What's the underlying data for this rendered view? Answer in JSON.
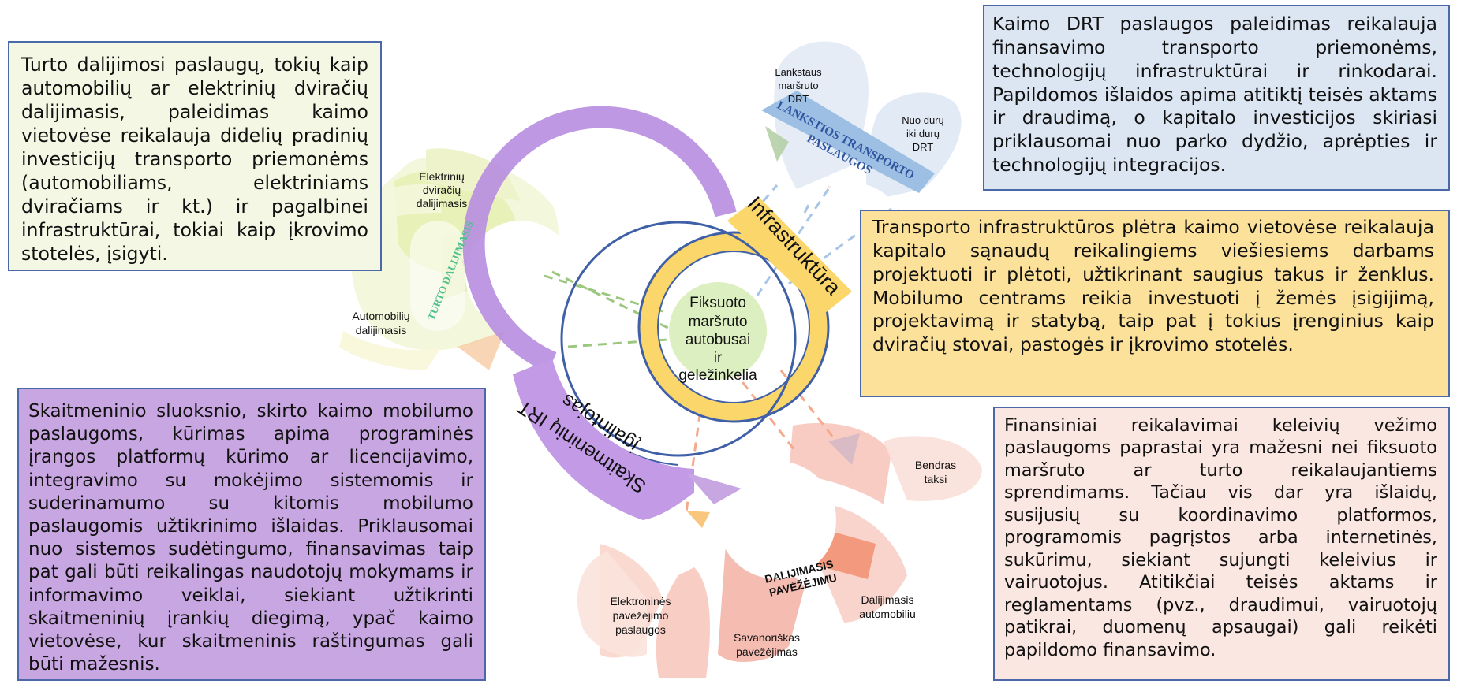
{
  "center": {
    "lines": [
      "Fiksuoto",
      "maršruto",
      "autobusai",
      "ir",
      "geležinkelia"
    ]
  },
  "ring_labels": {
    "infrastructure": "Infrastruktūra",
    "digital": [
      "Skaitmeninių IRT",
      "įgalintojas"
    ]
  },
  "clusters": {
    "asset_sharing": {
      "title": "TURTO DALIJIMASIS",
      "items": [
        [
          "Elektrinių",
          "dviračių",
          "dalijimasis"
        ],
        [
          "Automobilių",
          "dalijimasis"
        ]
      ]
    },
    "flexible": {
      "title": [
        "LANKSTIOS TRANSPORTO",
        "PASLAUGOS"
      ],
      "items": [
        [
          "Lankstaus",
          "maršruto",
          "DRT"
        ],
        [
          "Nuo durų",
          "iki durų",
          "DRT"
        ]
      ]
    },
    "ridesharing": {
      "title": [
        "DALIJIMASIS",
        "PAVĖŽĖJIMU"
      ],
      "items": [
        [
          "Bendras",
          "taksi"
        ],
        [
          "Dalijimasis",
          "automobiliu"
        ],
        [
          "Savanoriškas",
          "pavežėjimas"
        ],
        [
          "Elektroninės",
          "pavėžėjimo",
          "paslaugos"
        ]
      ]
    }
  },
  "boxes": {
    "asset": "Turto dalijimosi paslaugų, tokių kaip automobilių ar elektrinių dviračių dalijimasis, paleidimas kaimo vietovėse reikalauja didelių pradinių investicijų transporto priemonėms (automobiliams, elektriniams dviračiams ir kt.) ir pagalbinei infrastruktūrai, tokiai kaip įkrovimo stotelės, įsigyti.",
    "drt": "Kaimo DRT paslaugos paleidimas reikalauja finansavimo transporto priemonėms, technologijų infrastruktūrai ir rinkodarai. Papildomos išlaidos apima atitiktį teisės aktams ir draudimą, o kapitalo investicijos skiriasi priklausomai nuo parko dydžio, aprėpties ir technologijų integracijos.",
    "infra": "Transporto infrastruktūros plėtra kaimo vietovėse reikalauja kapitalo sąnaudų reikalingiems viešiesiems darbams projektuoti ir plėtoti, užtikrinant saugius takus ir ženklus. Mobilumo centrams reikia investuoti į žemės įsigijimą, projektavimą ir statybą, taip pat į tokius įrenginius kaip dviračių stovai, pastogės ir įkrovimo stotelės.",
    "digital": "Skaitmeninio sluoksnio, skirto kaimo mobilumo paslaugoms, kūrimas apima programinės įrangos platformų kūrimo ar licencijavimo, integravimo su mokėjimo sistemomis ir suderinamumo su kitomis mobilumo paslaugomis užtikrinimo išlaidas. Priklausomai nuo sistemos sudėtingumo, finansavimas taip pat gali būti reikalingas naudotojų mokymams ir informavimo veiklai, siekiant užtikrinti skaitmeninių įrankių diegimą, ypač kaimo vietovėse, kur skaitmeninis raštingumas gali būti mažesnis.",
    "ride": "Finansiniai reikalavimai keleivių vežimo paslaugoms paprastai yra mažesni nei fiksuoto maršruto ar turto reikalaujantiems sprendimams. Tačiau vis dar yra išlaidų, susijusių su koordinavimo platformos, programomis pagrįstos arba internetinės, sukūrimu, siekiant sujungti keleivius ir vairuotojus. Atitikčiai teisės aktams ir reglamentams (pvz., draudimui, vairuotojų patikrai, duomenų apsaugai) gali reikėti papildomo finansavimo."
  },
  "colors": {
    "box_border": "#4b68a8",
    "asset_fill": "#f3f7e3",
    "drt_fill": "#dce6f3",
    "infra_fill": "#fce19a",
    "digital_fill": "#c8a6e2",
    "ride_fill": "#fbe7e2",
    "center_fill": "#dcefc0",
    "ring_blue": "#3f5fa7",
    "ring_yellow": "#fbd66b",
    "ring_purple": "#b98fe0",
    "asset_title": "#4fc08d",
    "flex_title": "#2f55a0",
    "ride_title": "#f0643a"
  }
}
